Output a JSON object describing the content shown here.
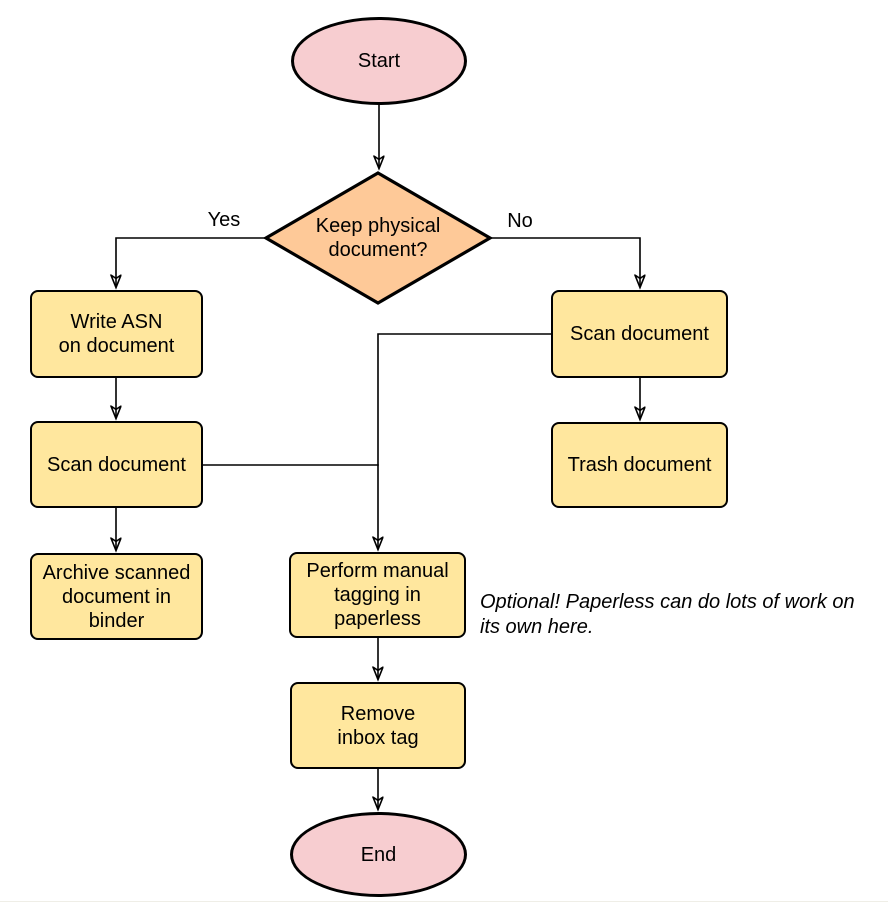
{
  "colors": {
    "background": "#ffffff",
    "terminal_fill": "#f7cdd0",
    "decision_fill": "#fec998",
    "process_fill": "#ffe79e",
    "stroke": "#000000",
    "text": "#000000"
  },
  "nodes": {
    "start": {
      "type": "terminal",
      "label": "Start"
    },
    "decision": {
      "type": "decision",
      "label": "Keep physical\ndocument?"
    },
    "write_asn": {
      "type": "process",
      "label": "Write ASN\non document"
    },
    "scan_left": {
      "type": "process",
      "label": "Scan document"
    },
    "archive": {
      "type": "process",
      "label": "Archive scanned\ndocument in\nbinder"
    },
    "scan_right": {
      "type": "process",
      "label": "Scan document"
    },
    "trash": {
      "type": "process",
      "label": "Trash document"
    },
    "tagging": {
      "type": "process",
      "label": "Perform manual\ntagging in\npaperless"
    },
    "remove_inbox": {
      "type": "process",
      "label": "Remove\ninbox tag"
    },
    "end": {
      "type": "terminal",
      "label": "End"
    }
  },
  "edge_labels": {
    "yes": "Yes",
    "no": "No"
  },
  "annotation": "Optional! Paperless can do lots of work on\nits own here."
}
